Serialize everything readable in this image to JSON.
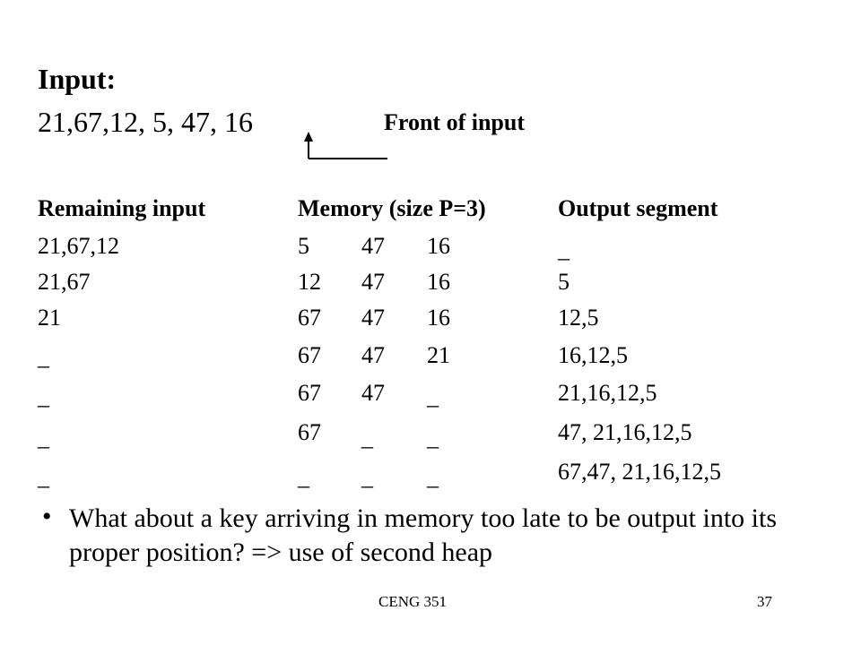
{
  "input": {
    "heading": "Input:",
    "values": "21,67,12, 5, 47, 16",
    "front_label": "Front of input"
  },
  "table": {
    "headers": {
      "remaining": "Remaining input",
      "memory": "Memory (size P=3)",
      "output": "Output segment"
    },
    "rows": [
      {
        "remaining": "21,67,12",
        "m1": "5",
        "m2": "47",
        "m3": "16",
        "output": "_"
      },
      {
        "remaining": "21,67",
        "m1": "12",
        "m2": "47",
        "m3": "16",
        "output": "5"
      },
      {
        "remaining": "21",
        "m1": "67",
        "m2": "47",
        "m3": "16",
        "output": "12,5"
      },
      {
        "remaining": "_",
        "m1": "67",
        "m2": "47",
        "m3": "21",
        "output": "16,12,5"
      },
      {
        "remaining": "_",
        "m1": "67",
        "m2": "47",
        "m3": "_",
        "output": "21,16,12,5"
      },
      {
        "remaining": "_",
        "m1": "67",
        "m2": "_",
        "m3": "_",
        "output": "47, 21,16,12,5"
      },
      {
        "remaining": "_",
        "m1": "_",
        "m2": "_",
        "m3": "_",
        "output": "67,47, 21,16,12,5"
      }
    ]
  },
  "bullet": {
    "marker": "•",
    "text": "What about a key arriving in memory too late to be output into its proper position? => use of second heap"
  },
  "footer": {
    "course": "CENG 351",
    "page": "37"
  }
}
